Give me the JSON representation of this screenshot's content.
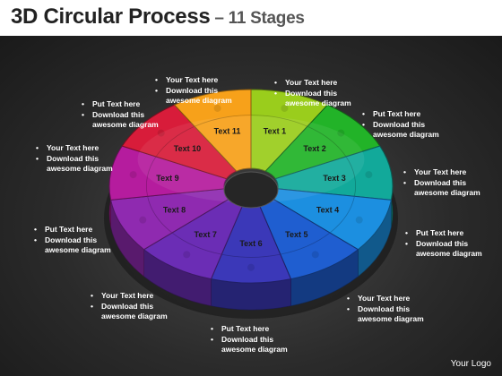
{
  "title": {
    "main": "3D Circular Process",
    "dash": " – ",
    "sub": "11 Stages"
  },
  "logo": "Your Logo",
  "stages": [
    {
      "label": "Text 1",
      "color": "#9ACD1C"
    },
    {
      "label": "Text 2",
      "color": "#22B328"
    },
    {
      "label": "Text 3",
      "color": "#12A99A"
    },
    {
      "label": "Text 4",
      "color": "#1C8FE0"
    },
    {
      "label": "Text 5",
      "color": "#1F5ED0"
    },
    {
      "label": "Text 6",
      "color": "#3B38B8"
    },
    {
      "label": "Text 7",
      "color": "#6B2DB5"
    },
    {
      "label": "Text 8",
      "color": "#8F2AB0"
    },
    {
      "label": "Text 9",
      "color": "#B51C9E"
    },
    {
      "label": "Text 10",
      "color": "#D81C3A"
    },
    {
      "label": "Text 11",
      "color": "#F7A11A"
    }
  ],
  "notes": [
    {
      "bullet1": "Your Text  here",
      "bullet2": "Download this",
      "line3": "awesome diagram"
    },
    {
      "bullet1": "Your Text here",
      "bullet2": "Download this",
      "line3": "awesome diagram"
    },
    {
      "bullet1": "Put Text here",
      "bullet2": "Download this",
      "line3": "awesome diagram"
    },
    {
      "bullet1": "Your Text here",
      "bullet2": "Download this",
      "line3": "awesome diagram"
    },
    {
      "bullet1": "Put Text here",
      "bullet2": "Download this",
      "line3": "awesome diagram"
    },
    {
      "bullet1": "Your Text here",
      "bullet2": "Download this",
      "line3": "awesome diagram"
    },
    {
      "bullet1": "Put Text here",
      "bullet2": "Download this",
      "line3": "awesome diagram"
    },
    {
      "bullet1": "Your Text  here",
      "bullet2": "Download this",
      "line3": "awesome diagram"
    },
    {
      "bullet1": "Put Text here",
      "bullet2": "Download this",
      "line3": "awesome diagram"
    },
    {
      "bullet1": "Your Text  here",
      "bullet2": "Download this",
      "line3": "awesome diagram"
    },
    {
      "bullet1": "Put Text  here",
      "bullet2": "Download this",
      "line3": "awesome diagram"
    }
  ]
}
